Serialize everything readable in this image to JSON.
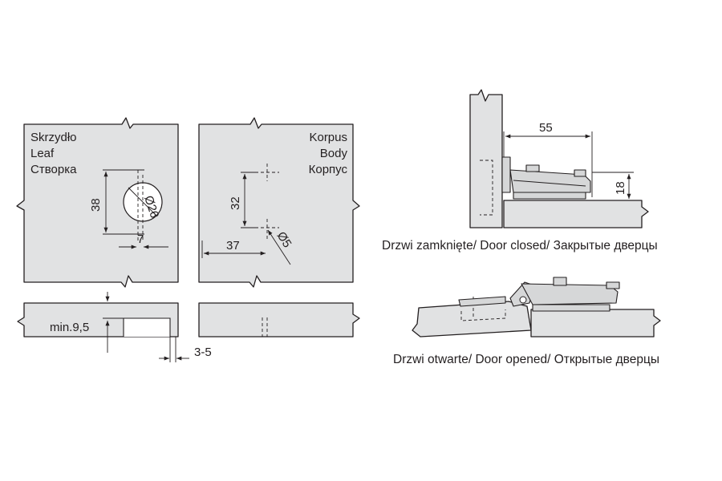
{
  "labels": {
    "leaf_pl": "Skrzydło",
    "leaf_en": "Leaf",
    "leaf_ru": "Створка",
    "body_pl": "Korpus",
    "body_en": "Body",
    "body_ru": "Корпус"
  },
  "dimensions": {
    "leaf_height": "38",
    "cup_diameter": "Ø26",
    "leaf_offset": "7",
    "body_height": "32",
    "body_offset": "37",
    "screw_diameter": "Ø5",
    "min_depth": "min.9,5",
    "gap": "3-5",
    "closed_width": "55",
    "closed_height": "18"
  },
  "captions": {
    "closed": "Drzwi zamknięte/ Door closed/ Закрытые  дверцы",
    "opened": "Drzwi otwarte/ Door opened/ Открытые дверцы"
  },
  "colors": {
    "panel_fill": "#e1e2e3",
    "line": "#231f20",
    "background": "#ffffff"
  }
}
